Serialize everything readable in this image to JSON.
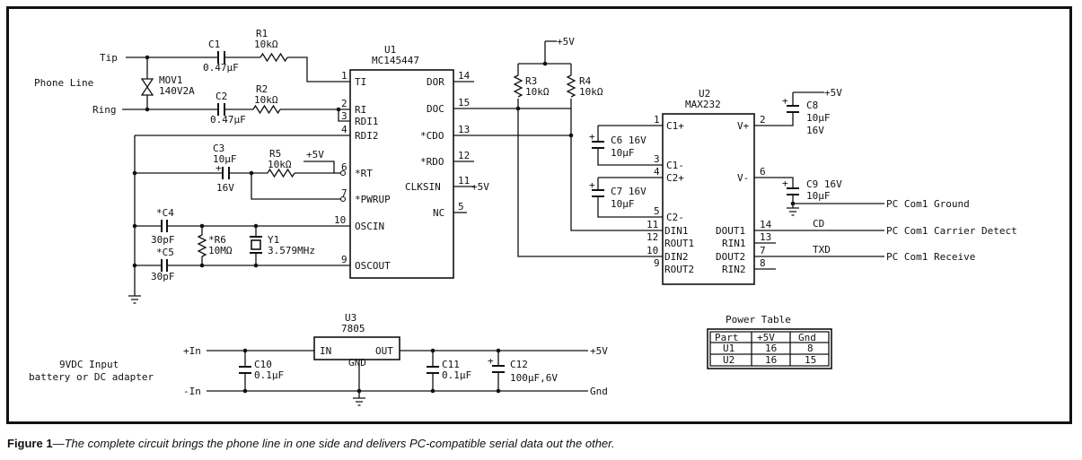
{
  "caption": {
    "label": "Figure 1",
    "text": "—The complete circuit brings the phone line in one side and delivers PC-compatible serial data out the other."
  },
  "phone": {
    "label": "Phone Line",
    "tip": "Tip",
    "ring": "Ring"
  },
  "components": {
    "c1": {
      "name": "C1",
      "value": "0.47µF"
    },
    "c2": {
      "name": "C2",
      "value": "0.47µF"
    },
    "c3": {
      "name": "C3",
      "value1": "10µF",
      "value2": "16V"
    },
    "c4": {
      "name": "*C4",
      "value": "30pF"
    },
    "c5": {
      "name": "*C5",
      "value": "30pF"
    },
    "c6": {
      "name": "C6 16V",
      "value": "10µF"
    },
    "c7": {
      "name": "C7 16V",
      "value": "10µF"
    },
    "c8": {
      "name": "C8",
      "value1": "10µF",
      "value2": "16V"
    },
    "c9": {
      "name": "C9 16V",
      "value": "10µF"
    },
    "c10": {
      "name": "C10",
      "value": "0.1µF"
    },
    "c11": {
      "name": "C11",
      "value": "0.1µF"
    },
    "c12": {
      "name": "C12",
      "value": "100µF,6V"
    },
    "r1": {
      "name": "R1",
      "value": "10kΩ"
    },
    "r2": {
      "name": "R2",
      "value": "10kΩ"
    },
    "r3": {
      "name": "R3",
      "value": "10kΩ"
    },
    "r4": {
      "name": "R4",
      "value": "10kΩ"
    },
    "r5": {
      "name": "R5",
      "value": "10kΩ"
    },
    "r6": {
      "name": "*R6",
      "value": "10MΩ"
    },
    "mov1": {
      "name": "MOV1",
      "value": "140V2A"
    },
    "y1": {
      "name": "Y1",
      "value": "3.579MHz"
    }
  },
  "u1": {
    "ref": "U1",
    "part": "MC145447",
    "left_pins": [
      {
        "num": "1",
        "name": "TI"
      },
      {
        "num": "2",
        "name": "RI"
      },
      {
        "num": "3",
        "name": "RDI1"
      },
      {
        "num": "4",
        "name": "RDI2"
      },
      {
        "num": "6",
        "name": "*RT"
      },
      {
        "num": "7",
        "name": "*PWRUP"
      },
      {
        "num": "10",
        "name": "OSCIN"
      },
      {
        "num": "9",
        "name": "OSCOUT"
      }
    ],
    "right_pins": [
      {
        "num": "14",
        "name": "DOR"
      },
      {
        "num": "15",
        "name": "DOC"
      },
      {
        "num": "13",
        "name": "*CDO"
      },
      {
        "num": "12",
        "name": "*RDO"
      },
      {
        "num": "11",
        "name": "CLKSIN"
      },
      {
        "num": "5",
        "name": "NC"
      }
    ]
  },
  "u2": {
    "ref": "U2",
    "part": "MAX232",
    "left_pins": [
      {
        "num": "1",
        "name": "C1+"
      },
      {
        "num": "3",
        "name": "C1-"
      },
      {
        "num": "4",
        "name": "C2+"
      },
      {
        "num": "5",
        "name": "C2-"
      },
      {
        "num": "11",
        "name": "DIN1"
      },
      {
        "num": "12",
        "name": "ROUT1"
      },
      {
        "num": "10",
        "name": "DIN2"
      },
      {
        "num": "9",
        "name": "ROUT2"
      }
    ],
    "right_pins": [
      {
        "num": "2",
        "name": "V+"
      },
      {
        "num": "6",
        "name": "V-"
      },
      {
        "num": "14",
        "name": "DOUT1"
      },
      {
        "num": "13",
        "name": "RIN1"
      },
      {
        "num": "7",
        "name": "DOUT2"
      },
      {
        "num": "8",
        "name": "RIN2"
      }
    ]
  },
  "u3": {
    "ref": "U3",
    "part": "7805",
    "in": "IN",
    "out": "OUT",
    "gnd": "GND"
  },
  "rails": {
    "plus5": "+5V",
    "gnd": "Gnd",
    "plus_in": "+In",
    "minus_in": "-In"
  },
  "input": {
    "line1": "9VDC Input",
    "line2": "battery or DC adapter"
  },
  "outputs": {
    "cd": "CD",
    "txd": "TXD",
    "ground": "PC Com1 Ground",
    "carrier": "PC Com1 Carrier Detect",
    "receive": "PC Com1 Receive"
  },
  "power_table": {
    "title": "Power Table",
    "headers": [
      "Part",
      "+5V",
      "Gnd"
    ],
    "rows": [
      [
        "U1",
        "16",
        "8"
      ],
      [
        "U2",
        "16",
        "15"
      ]
    ]
  }
}
